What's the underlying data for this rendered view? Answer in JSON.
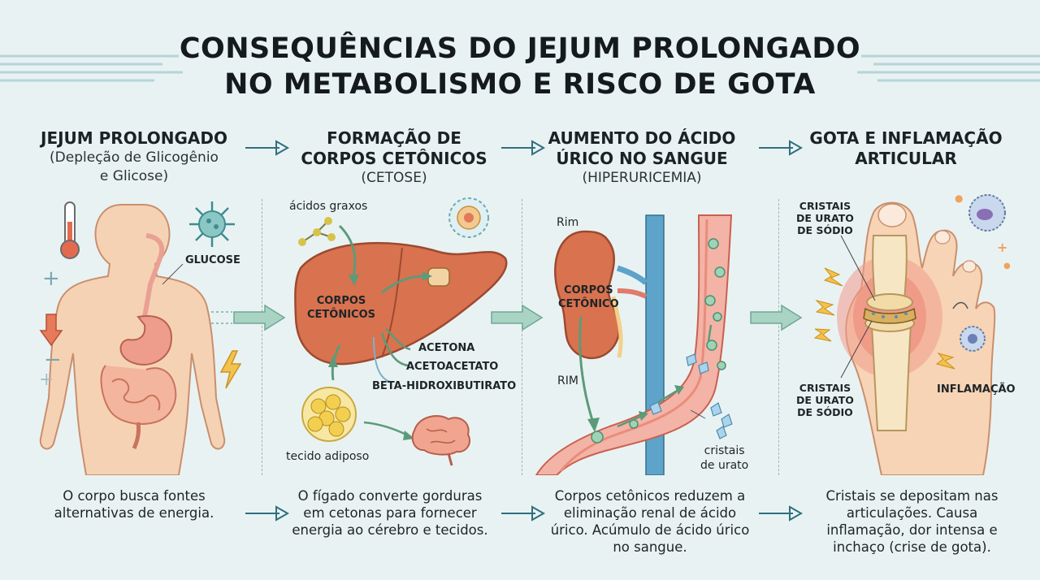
{
  "title": {
    "line1": "CONSEQUÊNCIAS DO JEJUM PROLONGADO",
    "line2": "NO METABOLISMO E RISCO DE GOTA"
  },
  "columns": [
    {
      "heading": "JEJUM PROLONGADO",
      "sub1": "(Depleção de Glicogênio",
      "sub2": "e Glicose)",
      "caption1": "O corpo busca fontes",
      "caption2": "alternativas de energia.",
      "labels": {
        "glucose": "GLUCOSE"
      },
      "icons": [
        "thermometer-icon",
        "virus-glucose-icon",
        "down-arrow-icon",
        "lightning-icon",
        "plus-icon",
        "minus-icon"
      ]
    },
    {
      "heading1": "FORMAÇÃO DE",
      "heading2": "CORPOS CETÔNICOS",
      "sub": "(CETOSE)",
      "caption1": "O fígado converte gorduras",
      "caption2": "em cetonas para fornecer",
      "caption3": "energia ao cérebro e tecidos.",
      "labels": {
        "fatty_acids": "ácidos graxos",
        "ketone_bodies1": "CORPOS",
        "ketone_bodies2": "CETÔNICOS",
        "acetone": "ACETONA",
        "acetoacetate": "ACETOACETATO",
        "bhb": "BETA-HIDROXIBUTIRATO",
        "adipose": "tecido adiposo"
      }
    },
    {
      "heading1": "AUMENTO DO ÁCIDO",
      "heading2": "ÚRICO NO SANGUE",
      "sub": "(HIPERURICEMIA)",
      "caption1": "Corpos cetônicos reduzem a",
      "caption2": "eliminação renal de ácido",
      "caption3": "úrico. Acúmulo de ácido úrico",
      "caption4": "no sangue.",
      "labels": {
        "kidney_top": "Rim",
        "ketone1": "CORPOS",
        "ketone2": "CETÔNICO",
        "kidney_bottom": "RIM",
        "crystals1": "cristais",
        "crystals2": "de urato"
      }
    },
    {
      "heading1": "GOTA E INFLAMAÇÃO",
      "heading2": "ARTICULAR",
      "caption1": "Cristais se depositam nas",
      "caption2": "articulações. Causa",
      "caption3": "inflamação, dor intensa e",
      "caption4": "inchaço (crise de gota).",
      "labels": {
        "crystals_top1": "CRISTAIS",
        "crystals_top2": "DE URATO",
        "crystals_top3": "DE SÓDIO",
        "crystals_bot1": "CRISTAIS",
        "crystals_bot2": "DE URATO",
        "crystals_bot3": "DE SÓDIO",
        "inflammation": "INFLAMAÇÃO"
      }
    }
  ],
  "colors": {
    "background": "#e9f2f3",
    "skin": "#f6d2b5",
    "liver": "#d9724f",
    "arrow": "#2f6f7e",
    "flow_arrow": "#8fc3b0",
    "vessel": "#ef9c8f",
    "vein": "#5ea3c9"
  }
}
